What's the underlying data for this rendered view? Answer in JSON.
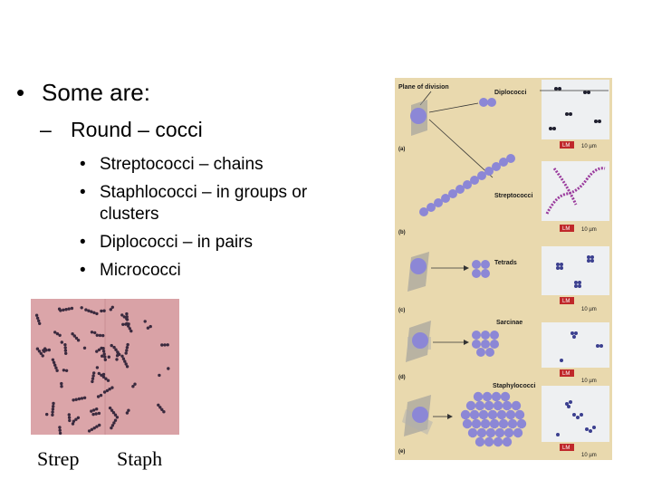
{
  "bullet_mark": "•",
  "dash_mark": "–",
  "heading": "Some are:",
  "subheading": "Round – cocci",
  "items": [
    "Streptococci – chains",
    "Staphlococci – in groups or clusters",
    "Diplococci – in pairs",
    "Micrococci"
  ],
  "captions": {
    "left": "Strep",
    "right": "Staph"
  },
  "figure": {
    "plane_label": "Plane of division",
    "panels": [
      {
        "name": "Diplococci",
        "letter": "(a)",
        "lm": "LM",
        "scale": "10 µm"
      },
      {
        "name": "Streptococci",
        "letter": "(b)",
        "lm": "LM",
        "scale": "10 µm"
      },
      {
        "name": "Tetrads",
        "letter": "(c)",
        "lm": "LM",
        "scale": "10 µm"
      },
      {
        "name": "Sarcinae",
        "letter": "(d)",
        "lm": "LM",
        "scale": "10 µm"
      },
      {
        "name": "Staphylococci",
        "letter": "(e)",
        "lm": "LM",
        "scale": "10 µm"
      }
    ]
  },
  "colors": {
    "photo_bg": "#d9a2a6",
    "cell_dark": "#3a2a3e",
    "cocci_purple": "#8c87d6",
    "figure_bg": "#e9d9ae",
    "lm_badge": "#c0282a",
    "micrograph_bg": "#eef0f2",
    "micrograph_cells": "#3b3f8f",
    "strep_micrograph_cells": "#9a3b9d"
  }
}
